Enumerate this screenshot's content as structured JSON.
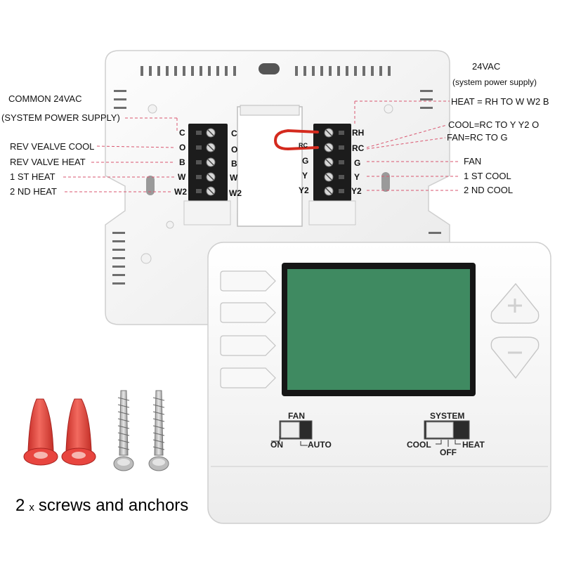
{
  "left_labels": {
    "common_title": "COMMON 24VAC",
    "common_sub": "(SYSTEM POWER SUPPLY)",
    "rev_cool": "REV VEALVE COOL",
    "rev_heat": "REV VALVE HEAT",
    "heat1": "1 ST HEAT",
    "heat2": "2 ND HEAT"
  },
  "right_labels": {
    "power_title": "24VAC",
    "power_sub": "(system power supply)",
    "heat_rh": "HEAT = RH TO W W2 B",
    "cool_rc": "COOL=RC TO  Y Y2 O",
    "fan_rc": "FAN=RC TO G",
    "fan": "FAN",
    "cool1": "1 ST COOL",
    "cool2": "2 ND COOL"
  },
  "left_terminals": [
    "C",
    "O",
    "B",
    "W",
    "W2"
  ],
  "left_terminals_right": [
    "C",
    "O",
    "B",
    "W",
    "W2"
  ],
  "right_terminals_left": [
    "RC",
    "G",
    "Y",
    "Y2"
  ],
  "right_terminals": [
    "RH",
    "RC",
    "G",
    "Y",
    "Y2"
  ],
  "fan_switch": {
    "title": "FAN",
    "on": "ON",
    "auto": "AUTO"
  },
  "system_switch": {
    "title": "SYSTEM",
    "cool": "COOL",
    "off": "OFF",
    "heat": "HEAT"
  },
  "caption": {
    "count": "2",
    "times": "x",
    "text": "screws and anchors"
  },
  "colors": {
    "lcd": "#3f8a61",
    "anchor": "#e8453f",
    "jumper": "#d42a1e",
    "housing": "#f7f7f7"
  }
}
